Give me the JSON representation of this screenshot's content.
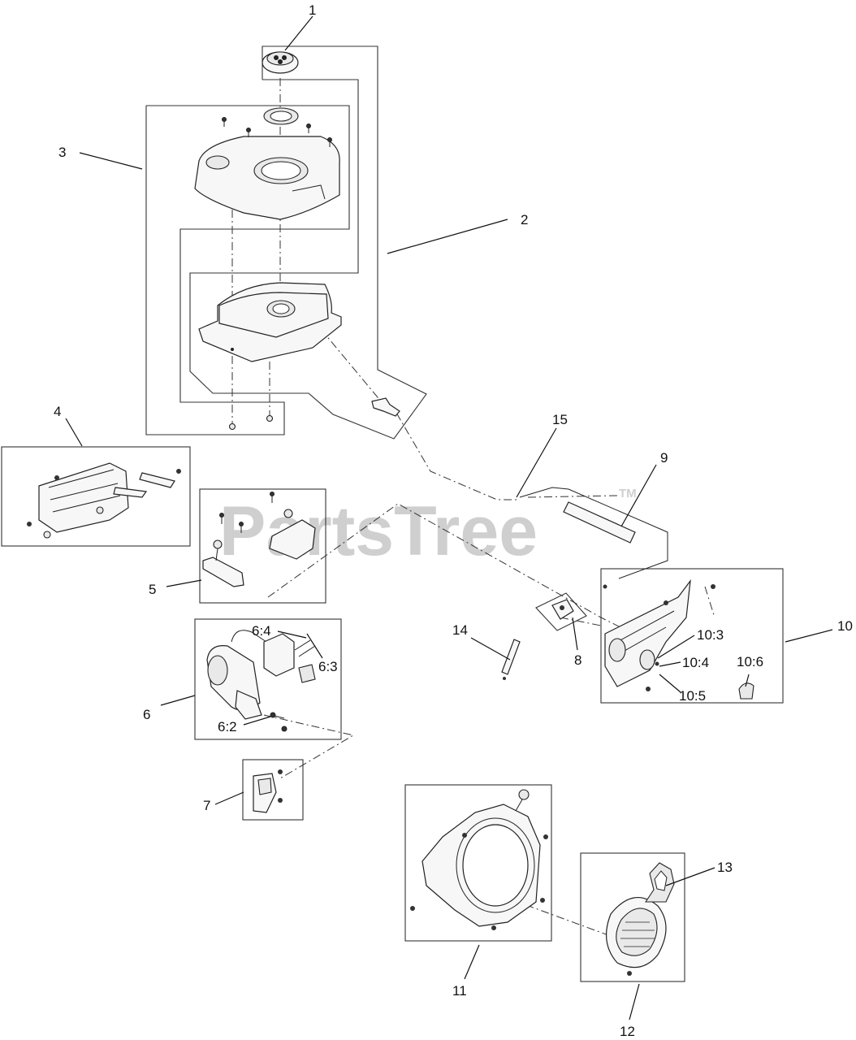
{
  "watermark": {
    "brand": "PartsTree",
    "mark": "TM"
  },
  "callouts": {
    "c1": "1",
    "c2": "2",
    "c3": "3",
    "c4": "4",
    "c5": "5",
    "c6": "6",
    "c6_2": "6:2",
    "c6_3": "6:3",
    "c6_4": "6:4",
    "c7": "7",
    "c8": "8",
    "c9": "9",
    "c10": "10",
    "c10_3": "10:3",
    "c10_4": "10:4",
    "c10_5": "10:5",
    "c10_6": "10:6",
    "c11": "11",
    "c12": "12",
    "c13": "13",
    "c14": "14",
    "c15": "15"
  }
}
